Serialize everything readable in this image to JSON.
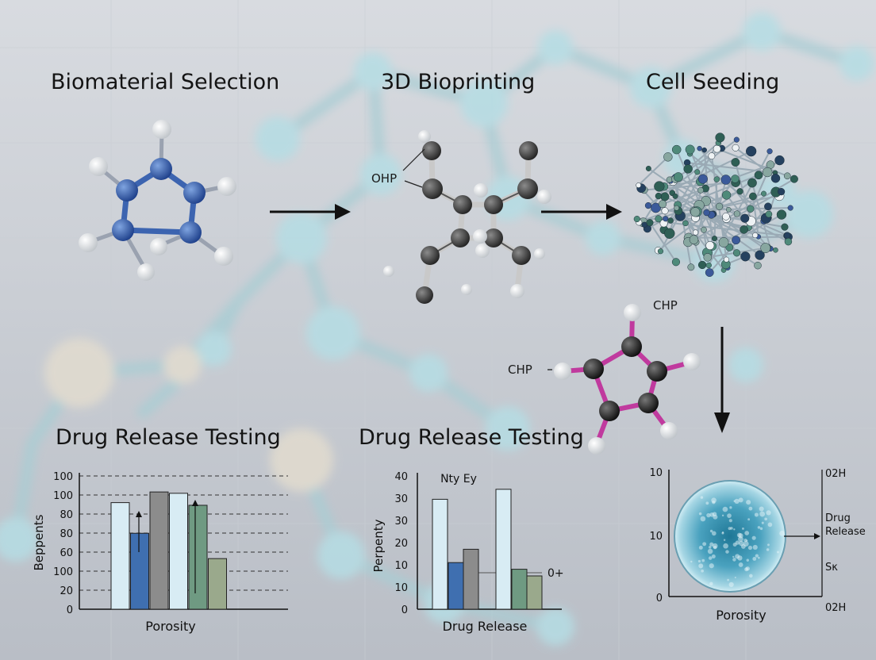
{
  "steps": {
    "biomaterial": "Biomaterial Selection",
    "bioprinting": "3D Bioprinting",
    "cell_seeding": "Cell Seeding",
    "drug_release_left": "Drug Release Testing",
    "drug_release_mid": "Drug Release Testing"
  },
  "molecule_labels": {
    "ohp": "OHP",
    "chp_top": "CHP",
    "chp_left": "CHP"
  },
  "chart_data": [
    {
      "type": "bar",
      "title": "",
      "xlabel": "Porosity",
      "ylabel": "Beppents",
      "y_tick_labels": [
        "100",
        "100",
        "80",
        "80",
        "60",
        "100",
        "20",
        "0"
      ],
      "grid": true,
      "values": [
        80,
        57,
        88,
        87,
        78,
        38
      ],
      "colors": [
        "#d8ecf4",
        "#3f6fb0",
        "#8c8c8c",
        "#d8ecf4",
        "#6f9a82",
        "#9aa98c"
      ]
    },
    {
      "type": "bar",
      "title": "Nty Ey",
      "xlabel": "Drug Release",
      "ylabel": "Perpenty",
      "y_tick_labels": [
        "40",
        "30",
        "30",
        "20",
        "10",
        "10",
        "0"
      ],
      "grid": false,
      "values": [
        33,
        14,
        18,
        36,
        12,
        10
      ],
      "colors": [
        "#d8ecf4",
        "#3f6fb0",
        "#8c8c8c",
        "#d8ecf4",
        "#6f9a82",
        "#9aa98c"
      ],
      "annotation": "0+"
    },
    {
      "type": "scatter",
      "xlabel": "Porosity",
      "y_tick_labels": [
        "10",
        "10",
        "0"
      ],
      "right_labels": [
        "02H",
        "Drug Release",
        "Sκ",
        "02H"
      ]
    }
  ]
}
